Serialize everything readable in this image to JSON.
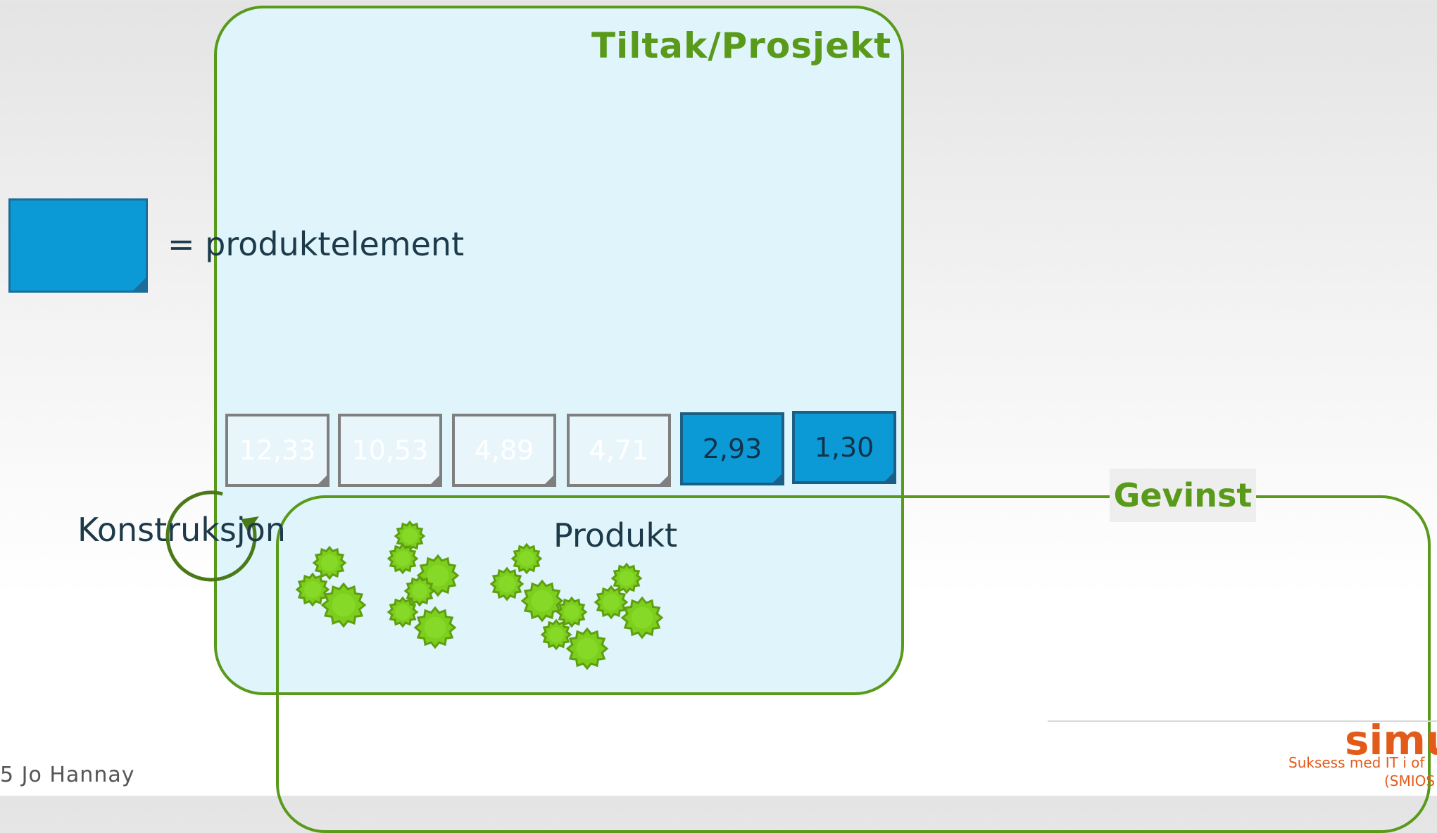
{
  "project": {
    "title": "Tiltak/Prosjekt"
  },
  "legend": {
    "label": "= produktelement"
  },
  "cards": [
    {
      "value": "12,33",
      "filled": false
    },
    {
      "value": "10,53",
      "filled": false
    },
    {
      "value": "4,89",
      "filled": false
    },
    {
      "value": "4,71",
      "filled": false
    },
    {
      "value": "2,93",
      "filled": true
    },
    {
      "value": "1,30",
      "filled": true
    }
  ],
  "labels": {
    "construction": "Konstruksjon",
    "product": "Produkt",
    "benefit": "Gevinst"
  },
  "footer": {
    "copyright": "5 Jo Hannay",
    "logo": "simu",
    "tagline": "Suksess med IT i of",
    "tagline2": "(SMIOS"
  },
  "colors": {
    "green": "#5a9a1a",
    "gear": "#7ccf1c",
    "blue": "#0c9ad6",
    "project_bg": "#dff4fb"
  }
}
